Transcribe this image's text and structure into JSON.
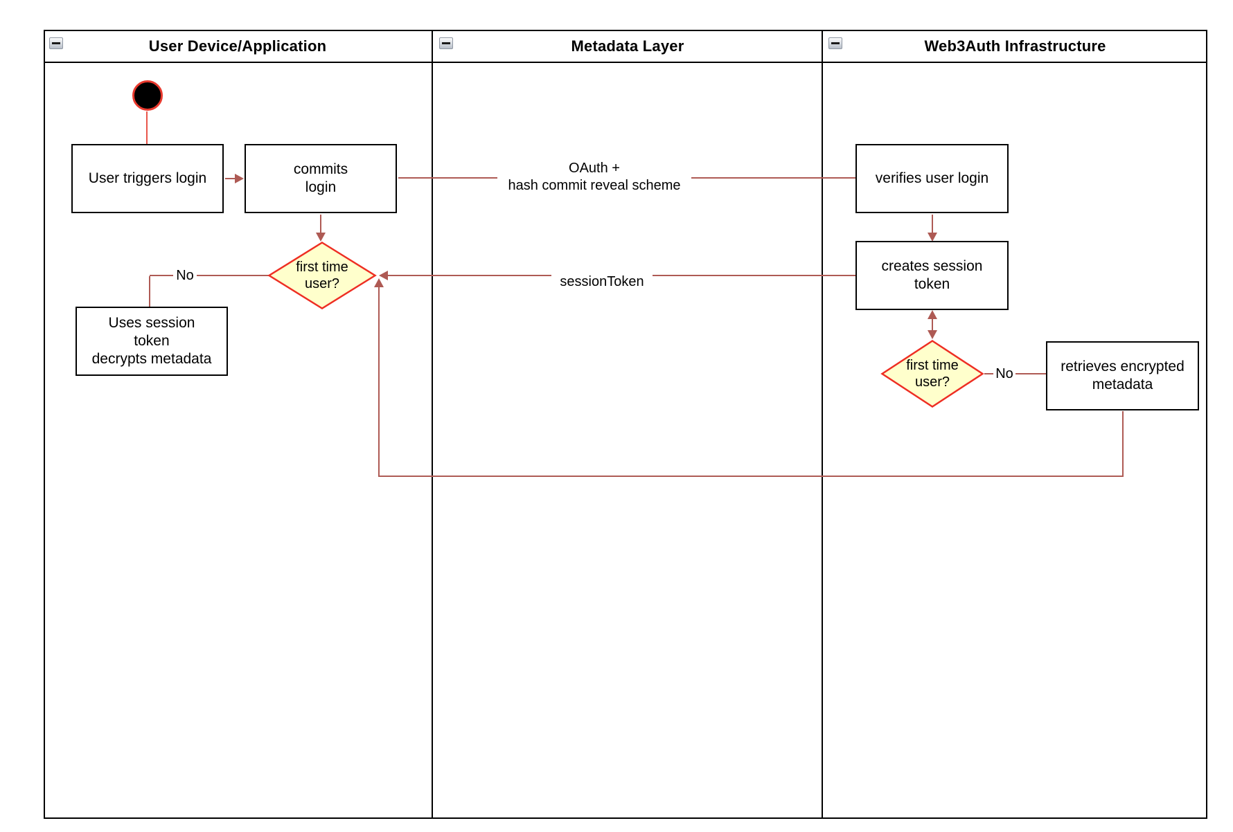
{
  "diagram": {
    "lanes": [
      {
        "title": "User Device/Application"
      },
      {
        "title": "Metadata Layer"
      },
      {
        "title": "Web3Auth Infrastructure"
      }
    ],
    "nodes": {
      "user_triggers_login": "User triggers login",
      "commits_login": "commits\nlogin",
      "first_time_user_left": "first time\nuser?",
      "uses_session_token": "Uses session\ntoken\ndecrypts metadata",
      "verifies_user_login": "verifies user login",
      "creates_session_token": "creates session\ntoken",
      "first_time_user_right": "first time\nuser?",
      "retrieves_encrypted_metadata": "retrieves encrypted\nmetadata"
    },
    "edge_labels": {
      "oauth": "OAuth +\nhash commit reveal scheme",
      "session_token": "sessionToken",
      "no_left": "No",
      "no_right": "No"
    },
    "icons": {
      "collapse": "minus-square"
    },
    "colors": {
      "connector": "#ae5a54",
      "start_connector": "#e8554a",
      "decision_border": "#ee2e23",
      "decision_fill": "#ffffcc",
      "node_border": "#000000",
      "lane_border": "#000000"
    }
  }
}
